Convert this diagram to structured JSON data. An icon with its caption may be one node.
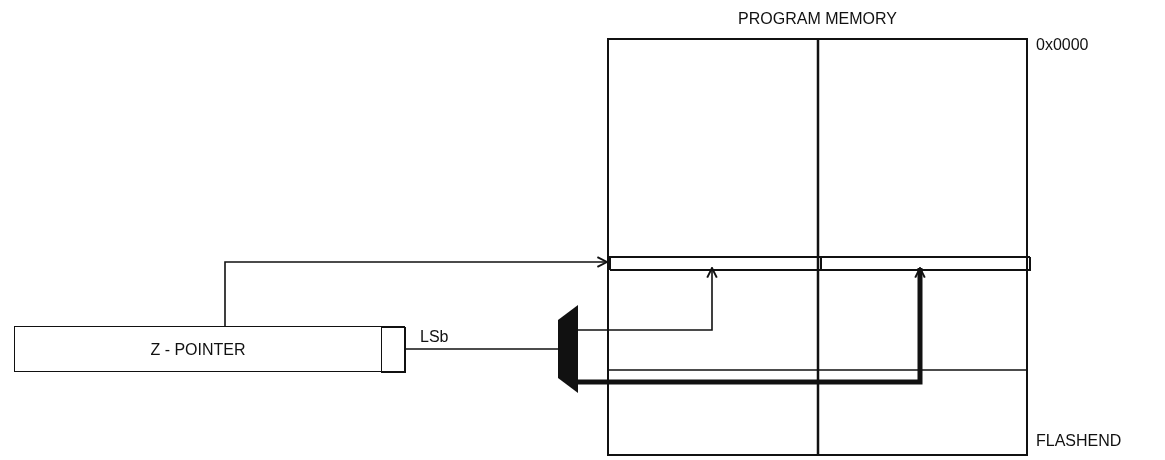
{
  "diagram": {
    "nodes": [
      {
        "text": [
          "PROGRAM MEMORY"
        ]
      },
      {
        "text": [],
        "shape": "box",
        "in": 0
      },
      {
        "text": [],
        "shape": "box",
        "in": 1
      },
      {
        "text": [],
        "shape": "box",
        "in": 1
      },
      {
        "text": [
          "Z - POINTER"
        ]
      },
      {
        "text": [],
        "shape": "box",
        "in": 4
      },
      {
        "text": [],
        "shape": "trapezoid"
      }
    ],
    "edges": [
      {
        "from": 4,
        "to": 1,
        "arrow": "to"
      },
      {
        "from": 5,
        "to": 6,
        "arrow": "none",
        "label": "LSb"
      },
      {
        "from": 6,
        "to": 2,
        "arrow": "to"
      },
      {
        "from": 6,
        "to": 3,
        "arrow": "to",
        "style": "thick"
      }
    ],
    "labels": [
      "0x0000",
      "FLASHEND"
    ]
  }
}
